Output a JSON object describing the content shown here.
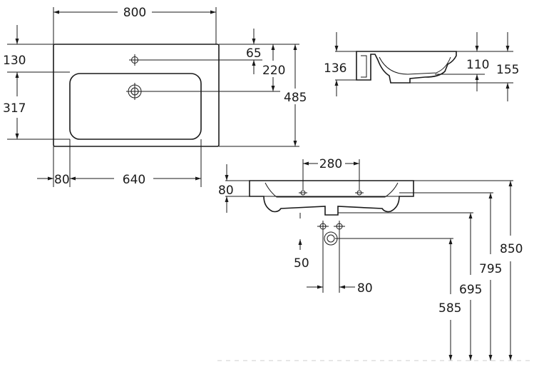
{
  "top_view": {
    "width_label": "800",
    "top_to_tap_hole_label": "130",
    "tap_to_waste_label": "65",
    "edge_to_waste_label": "220",
    "bowl_depth_label": "317",
    "overall_depth_label": "485",
    "bowl_offset_label": "80",
    "bowl_width_label": "640"
  },
  "side_view": {
    "rim_height_label": "136",
    "bowl_depth_label": "110",
    "total_depth_label": "155"
  },
  "front_view": {
    "tap_spacing_label": "280",
    "rim_thickness_label": "80",
    "supply_drop_label": "50",
    "supply_spacing_label": "80",
    "height_850_label": "850",
    "height_795_label": "795",
    "height_695_label": "695",
    "height_585_label": "585"
  }
}
